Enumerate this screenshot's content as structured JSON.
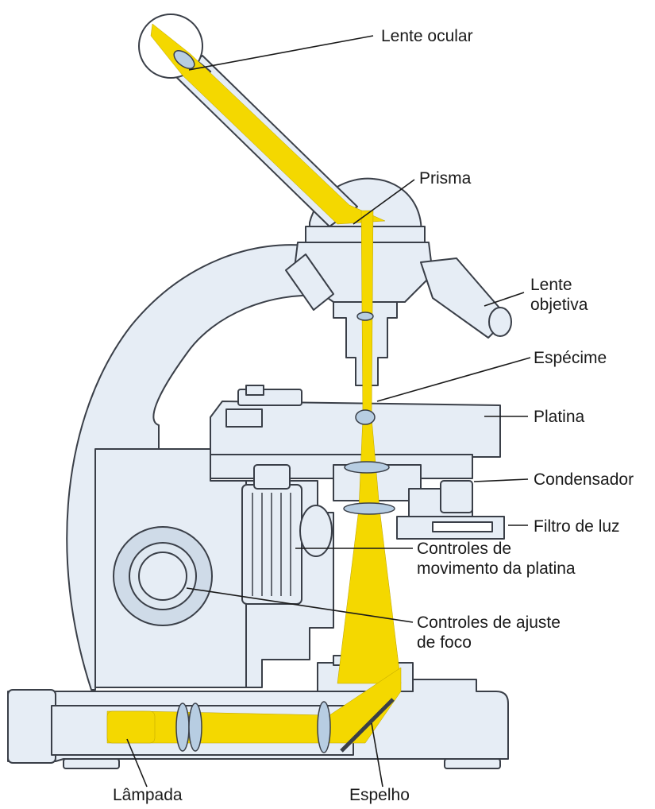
{
  "labels": {
    "ocular": "Lente ocular",
    "prisma": "Prisma",
    "objetiva": "Lente\nobjetiva",
    "especime": "Espécime",
    "platina": "Platina",
    "condensador": "Condensador",
    "filtro": "Filtro de luz",
    "mov_platina": "Controles de\nmovimento da platina",
    "ajuste_foco": "Controles de ajuste\nde foco",
    "lampada": "Lâmpada",
    "espelho": "Espelho"
  },
  "colors": {
    "body_fill": "#e6edf5",
    "body_stroke": "#3a3f48",
    "light_beam": "#f4d800",
    "lens_fill": "#b7cde2",
    "text": "#1a1a1a"
  }
}
